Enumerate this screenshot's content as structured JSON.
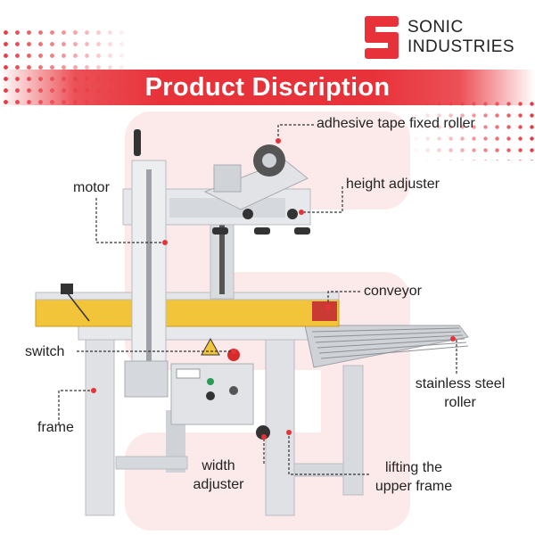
{
  "brand": {
    "line1": "SONIC",
    "line2": "INDUSTRIES",
    "logo_icon": "sonic-s-logo",
    "accent": "#e8323a"
  },
  "banner": {
    "title": "Product Discription"
  },
  "labels": {
    "adhesive_tape_fixed_roller": "adhesive tape fixed roller",
    "motor": "motor",
    "height_adjuster": "height adjuster",
    "conveyor": "conveyor",
    "switch": "switch",
    "stainless_steel_roller_1": "stainless steel",
    "stainless_steel_roller_2": "roller",
    "frame": "frame",
    "width_adjuster_1": "width",
    "width_adjuster_2": "adjuster",
    "lifting_upper_frame_1": "lifting the",
    "lifting_upper_frame_2": "upper frame"
  },
  "colors": {
    "machine_frame": "#dfe1e4",
    "conveyor_yellow": "#f2c43a",
    "roller_steel": "#b5b8bc",
    "leader_line": "#333333",
    "marker": "#e8323a"
  }
}
